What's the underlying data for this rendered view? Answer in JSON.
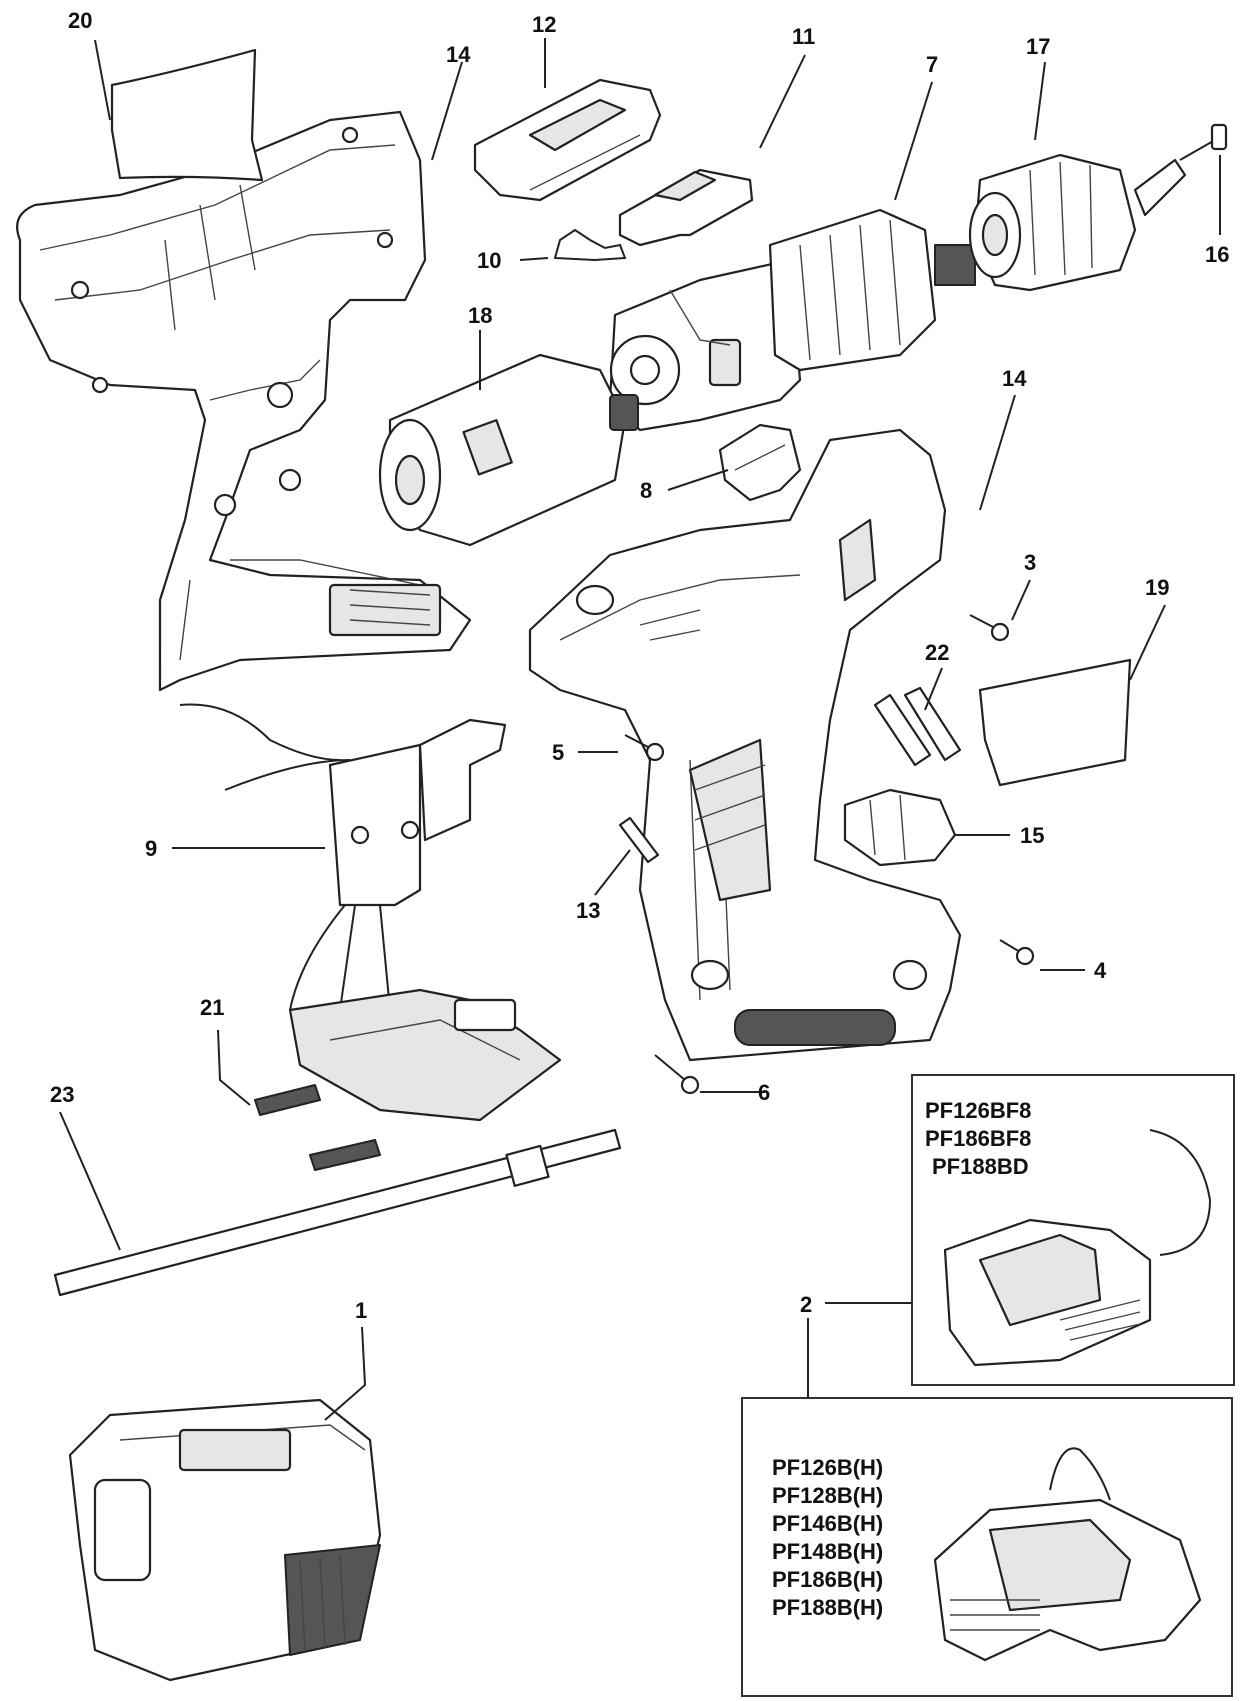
{
  "callouts": [
    {
      "id": "c20",
      "label": "20"
    },
    {
      "id": "c14a",
      "label": "14"
    },
    {
      "id": "c12",
      "label": "12"
    },
    {
      "id": "c11",
      "label": "11"
    },
    {
      "id": "c7",
      "label": "7"
    },
    {
      "id": "c17",
      "label": "17"
    },
    {
      "id": "c16",
      "label": "16"
    },
    {
      "id": "c10",
      "label": "10"
    },
    {
      "id": "c18",
      "label": "18"
    },
    {
      "id": "c14b",
      "label": "14"
    },
    {
      "id": "c8",
      "label": "8"
    },
    {
      "id": "c3",
      "label": "3"
    },
    {
      "id": "c19",
      "label": "19"
    },
    {
      "id": "c22",
      "label": "22"
    },
    {
      "id": "c5",
      "label": "5"
    },
    {
      "id": "c15",
      "label": "15"
    },
    {
      "id": "c9",
      "label": "9"
    },
    {
      "id": "c13",
      "label": "13"
    },
    {
      "id": "c4",
      "label": "4"
    },
    {
      "id": "c21",
      "label": "21"
    },
    {
      "id": "c6",
      "label": "6"
    },
    {
      "id": "c23",
      "label": "23"
    },
    {
      "id": "c1",
      "label": "1"
    },
    {
      "id": "c2",
      "label": "2"
    }
  ],
  "charger_box_1": {
    "models": [
      "PF126BF8",
      "PF186BF8",
      "PF188BD"
    ]
  },
  "charger_box_2": {
    "models": [
      "PF126B(H)",
      "PF128B(H)",
      "PF146B(H)",
      "PF148B(H)",
      "PF186B(H)",
      "PF188B(H)"
    ]
  }
}
